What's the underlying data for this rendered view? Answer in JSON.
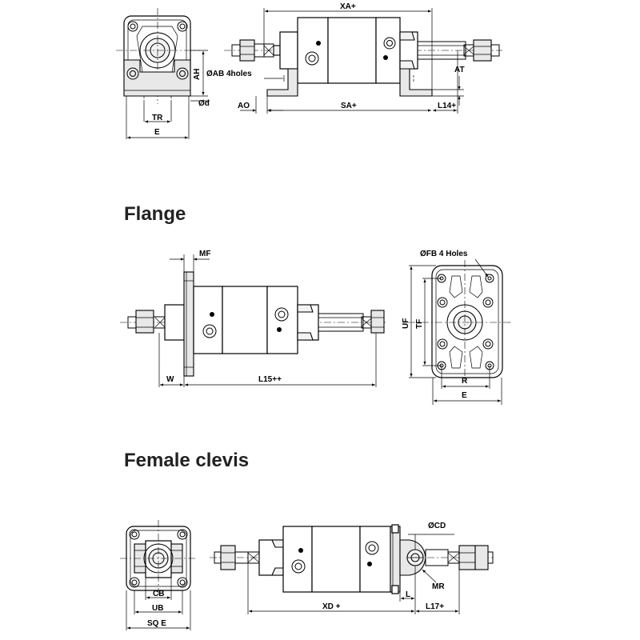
{
  "sections": {
    "flange_title": "Flange",
    "clevis_title": "Female clevis"
  },
  "foot_mount": {
    "labels": {
      "xa": "XA+",
      "ah": "AH",
      "ab": "ØAB 4holes",
      "d": "Ød",
      "ao": "AO",
      "sa": "SA+",
      "l14": "L14+",
      "at": "AT",
      "tr": "TR",
      "e": "E"
    }
  },
  "flange_mount": {
    "labels": {
      "mf": "MF",
      "w": "W",
      "l15": "L15++",
      "fb": "ØFB 4 Holes",
      "uf": "UF",
      "tf": "TF",
      "r": "R",
      "e": "E"
    }
  },
  "clevis_mount": {
    "labels": {
      "cb": "CB",
      "ub": "UB",
      "sqe": "SQ E",
      "cd": "ØCD",
      "mr": "MR",
      "l": "L",
      "xd": "XD +",
      "l17": "L17+"
    }
  }
}
